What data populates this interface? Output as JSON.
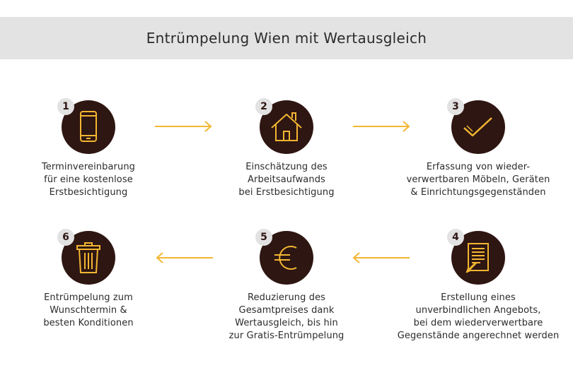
{
  "title": "Entrümpelung Wien mit Wertausgleich",
  "colors": {
    "circle": "#2e1612",
    "accent": "#f2b632",
    "badge_bg": "#e2e2e2",
    "header_bg": "#e3e3e3"
  },
  "steps": [
    {
      "number": "1",
      "icon": "smartphone-icon",
      "lines": [
        "Terminvereinbarung",
        "für eine kostenlose",
        "Erstbesichtigung"
      ]
    },
    {
      "number": "2",
      "icon": "house-icon",
      "lines": [
        "Einschätzung des",
        "Arbeitsaufwands",
        "bei Erstbesichtigung"
      ]
    },
    {
      "number": "3",
      "icon": "checkmark-icon",
      "lines": [
        "Erfassung von wieder-",
        "verwertbaren Möbeln, Geräten",
        "& Einrichtungsgegenständen"
      ]
    },
    {
      "number": "4",
      "icon": "document-pen-icon",
      "lines": [
        "Erstellung eines",
        "unverbindlichen Angebots,",
        "bei dem wiederverwertbare",
        "Gegenstände angerechnet werden"
      ]
    },
    {
      "number": "5",
      "icon": "euro-icon",
      "lines": [
        "Reduzierung des",
        "Gesamtpreises dank",
        "Wertausgleich, bis hin",
        "zur Gratis-Entrümpelung"
      ]
    },
    {
      "number": "6",
      "icon": "trash-can-icon",
      "lines": [
        "Entrümpelung zum",
        "Wunschtermin &",
        "besten Konditionen"
      ]
    }
  ]
}
